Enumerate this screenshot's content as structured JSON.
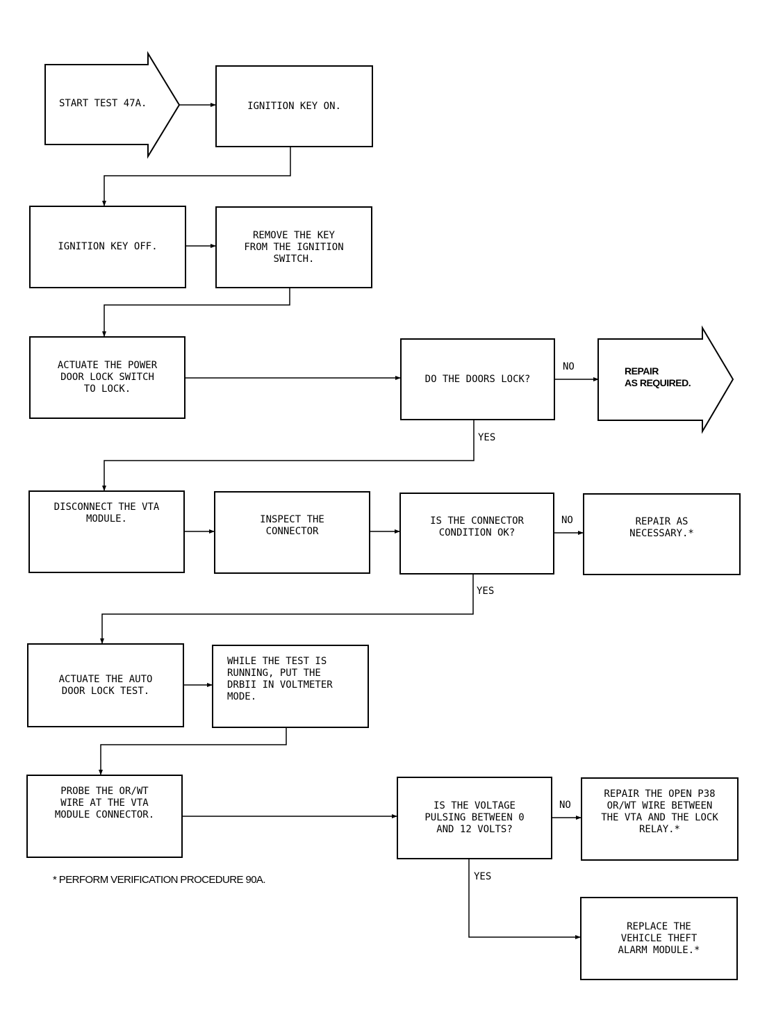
{
  "flowchart": {
    "start": "START TEST 47A.",
    "ignition_on": "IGNITION KEY ON.",
    "ignition_off": "IGNITION KEY OFF.",
    "remove_key": "REMOVE THE KEY\nFROM THE IGNITION\nSWITCH.",
    "actuate_power_lock": "ACTUATE THE POWER\nDOOR LOCK SWITCH\nTO LOCK.",
    "doors_lock_q": "DO THE DOORS LOCK?",
    "repair_required": "REPAIR\nAS REQUIRED.",
    "disconnect_vta": "DISCONNECT THE VTA\nMODULE.",
    "inspect_connector": "INSPECT THE\nCONNECTOR",
    "connector_ok_q": "IS THE CONNECTOR\nCONDITION OK?",
    "repair_necessary": "REPAIR AS\nNECESSARY.*",
    "actuate_auto_lock": "ACTUATE THE AUTO\nDOOR LOCK TEST.",
    "while_test": "WHILE THE TEST IS\nRUNNING, PUT THE\nDRBII IN VOLTMETER\nMODE.",
    "probe_wire": "PROBE THE OR/WT\nWIRE AT THE VTA\nMODULE CONNECTOR.",
    "voltage_q": "IS THE VOLTAGE\nPULSING BETWEEN 0\nAND 12 VOLTS?",
    "repair_open": "REPAIR THE OPEN P38\nOR/WT WIRE BETWEEN\nTHE VTA AND THE LOCK\nRELAY.*",
    "replace_module": "REPLACE THE\nVEHICLE THEFT\nALARM MODULE.*"
  },
  "labels": {
    "no1": "NO",
    "yes1": "YES",
    "no2": "NO",
    "yes2": "YES",
    "no3": "NO",
    "yes3": "YES"
  },
  "footnote": "* PERFORM VERIFICATION PROCEDURE 90A."
}
